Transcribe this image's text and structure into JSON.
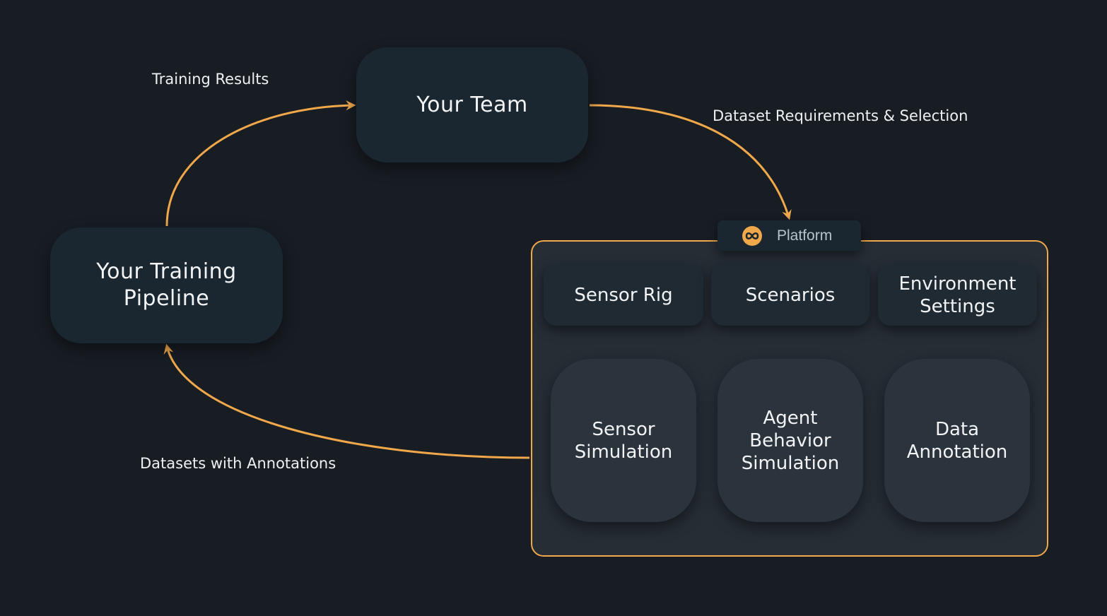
{
  "nodes": {
    "team": "Your Team",
    "pipeline": "Your Training Pipeline"
  },
  "edges": {
    "training_results": "Training Results",
    "dataset_requirements": "Dataset Requirements & Selection",
    "datasets_annotations": "Datasets with Annotations"
  },
  "platform": {
    "tab_label": "Platform",
    "logo_icon": "infinity-logo-icon",
    "config": [
      "Sensor Rig",
      "Scenarios",
      "Environment Settings"
    ],
    "modules": [
      "Sensor Simulation",
      "Agent Behavior Simulation",
      "Data Annotation"
    ]
  },
  "colors": {
    "background": "#181d24",
    "accent": "#f0a84b",
    "node": "#1b2730",
    "platform_panel": "#262d35"
  }
}
